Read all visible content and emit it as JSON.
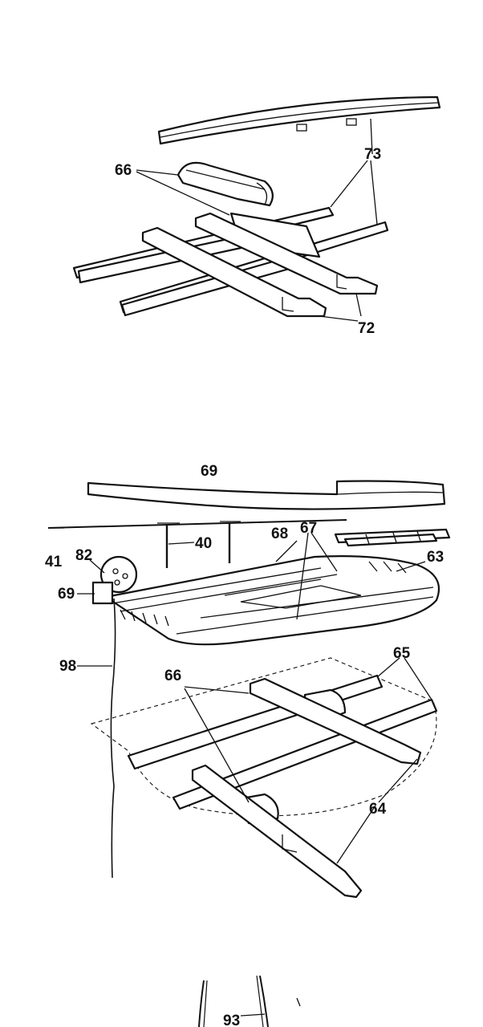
{
  "figure_top": {
    "callouts": {
      "c66": "66",
      "c73": "73",
      "c72": "72"
    }
  },
  "figure_middle": {
    "callouts": {
      "c69a": "69",
      "c40": "40",
      "c41": "41",
      "c82": "82",
      "c69b": "69",
      "c68": "68",
      "c67": "67",
      "c63": "63",
      "c98": "98",
      "c66": "66",
      "c65": "65",
      "c64": "64"
    }
  },
  "figure_bottom": {
    "callouts": {
      "c93": "93"
    }
  }
}
